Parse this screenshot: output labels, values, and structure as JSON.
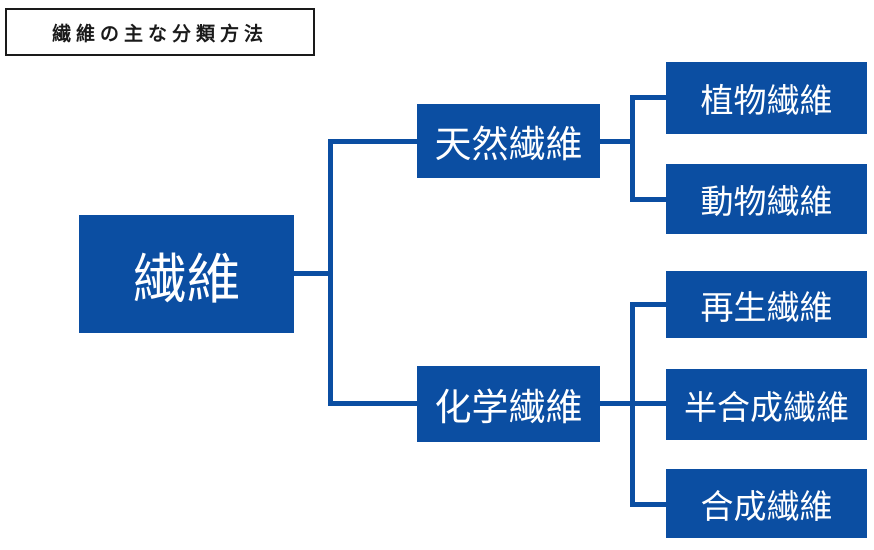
{
  "title": "繊維の主な分類方法",
  "colors": {
    "node_fill": "#0b4ea2",
    "node_text": "#ffffff",
    "title_border": "#1a1a1a"
  },
  "tree": {
    "root": {
      "label": "繊維"
    },
    "branches": [
      {
        "label": "天然繊維",
        "children": [
          {
            "label": "植物繊維"
          },
          {
            "label": "動物繊維"
          }
        ]
      },
      {
        "label": "化学繊維",
        "children": [
          {
            "label": "再生繊維"
          },
          {
            "label": "半合成繊維"
          },
          {
            "label": "合成繊維"
          }
        ]
      }
    ]
  }
}
